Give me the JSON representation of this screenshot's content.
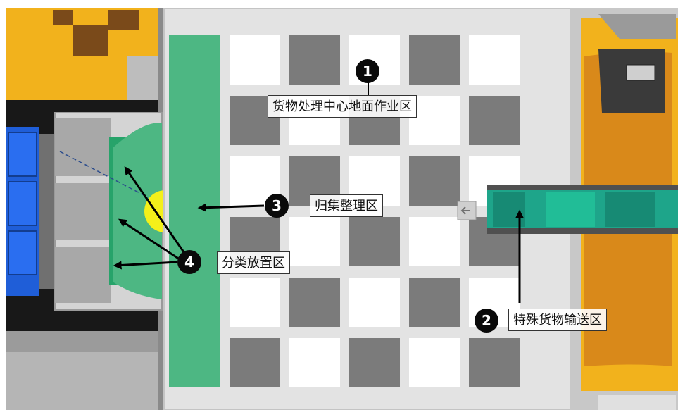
{
  "zones": [
    {
      "number": "1",
      "label": "货物处理中心地面作业区"
    },
    {
      "number": "2",
      "label": "特殊货物输送区"
    },
    {
      "number": "3",
      "label": "归集整理区"
    },
    {
      "number": "4",
      "label": "分类放置区"
    }
  ],
  "colors": {
    "floor": "#e3e3e3",
    "tile_white": "#ffffff",
    "tile_dark": "#7b7b7b",
    "green_zone": "#4db783",
    "conveyor": "#1ea58a",
    "yellow": "#f2b21c",
    "container_blue": "#1f5ed8",
    "badge": "#0a0a0a"
  }
}
